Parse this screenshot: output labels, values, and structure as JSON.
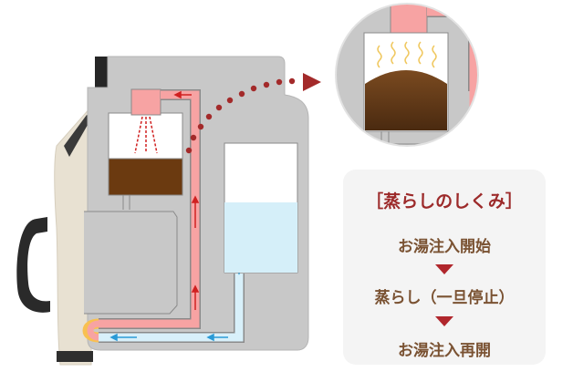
{
  "colors": {
    "body_gray": "#c8c8c8",
    "outline": "#8a8a8a",
    "hot_water": "#f7a3a3",
    "cold_water": "#d8f0fa",
    "coffee": "#6b3a10",
    "arrow_red": "#d02020",
    "arrow_blue": "#2a9ad6",
    "dots": "#a32a2a",
    "panel_title": "#9c2a2a",
    "step_text": "#7a5232"
  },
  "panel": {
    "title": "［蒸らしのしくみ］",
    "steps": [
      {
        "label": "お湯注入開始"
      },
      {
        "label": "蒸らし（一旦停止）"
      },
      {
        "label": "お湯注入再開"
      }
    ],
    "arrow_icon": "down-triangle-icon"
  }
}
